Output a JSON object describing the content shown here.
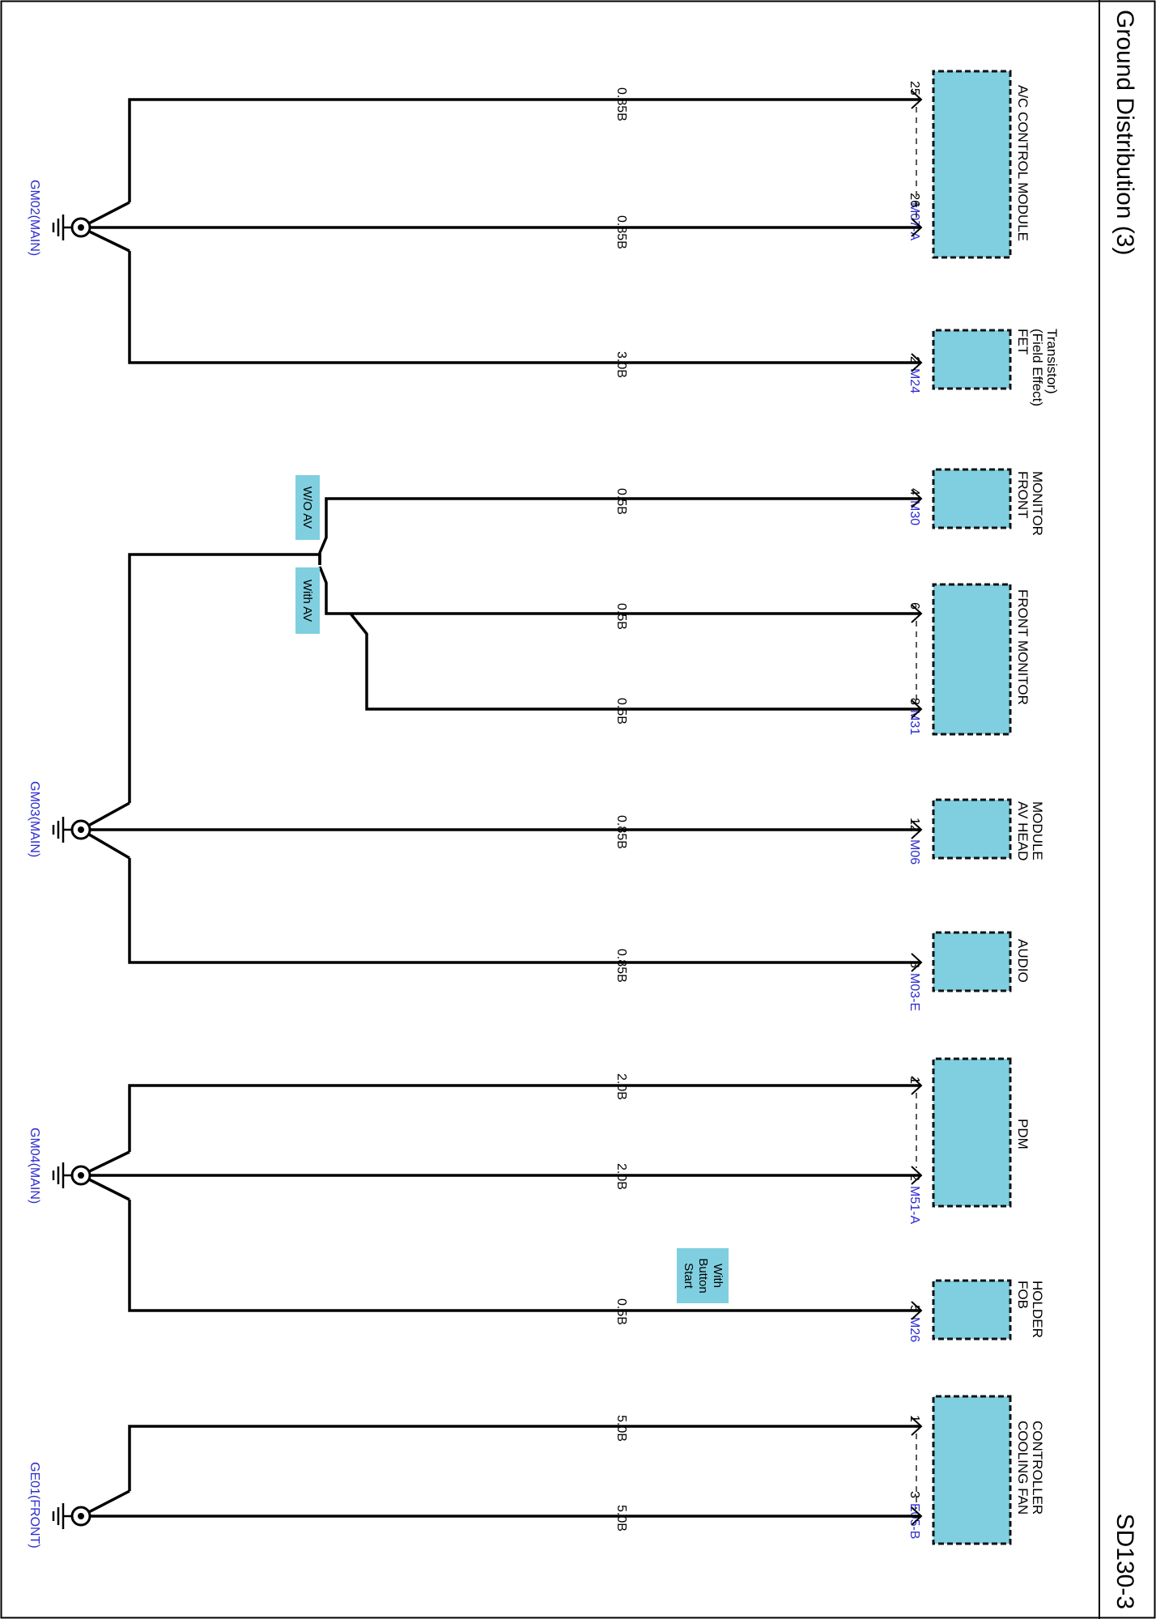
{
  "title": "Ground Distribution (3)",
  "page_code": "SD130-3",
  "components": {
    "ac_control": {
      "name": "A/C CONTROL MODULE",
      "connector": "M07-A",
      "pins": [
        "25",
        "26"
      ]
    },
    "fet": {
      "name_lines": [
        "FET",
        "(Field Effect)",
        "Transistor)"
      ],
      "connector": "M24",
      "pins": [
        "2"
      ]
    },
    "front_monitor_m30": {
      "name_lines": [
        "FRONT",
        "MONITOR"
      ],
      "connector": "M30",
      "pins": [
        "4"
      ]
    },
    "front_monitor_m31": {
      "name": "FRONT MONITOR",
      "connector": "M31",
      "pins": [
        "6",
        "8"
      ]
    },
    "av_head": {
      "name_lines": [
        "AV HEAD",
        "MODULE"
      ],
      "connector": "M06",
      "pins": [
        "12"
      ]
    },
    "audio": {
      "name": "AUDIO",
      "connector": "M03-E",
      "pins": [
        "8"
      ]
    },
    "pdm": {
      "name": "PDM",
      "connector": "M51-A",
      "pins": [
        "1",
        "2"
      ]
    },
    "fob_holder": {
      "name_lines": [
        "FOB",
        "HOLDER"
      ],
      "connector": "M26",
      "pins": [
        "5"
      ]
    },
    "cooling_fan": {
      "name_lines": [
        "COOLING FAN",
        "CONTROLLER"
      ],
      "connector": "E05-B",
      "pins": [
        "1",
        "3"
      ]
    }
  },
  "wires": {
    "w1": "0.85B",
    "w2": "0.85B",
    "w3": "3.0B",
    "w4": "0.5B",
    "w5": "0.5B",
    "w6": "0.5B",
    "w7": "0.85B",
    "w8": "0.85B",
    "w9": "2.0B",
    "w10": "2.0B",
    "w11": "0.5B",
    "w12": "5.0B",
    "w13": "5.0B"
  },
  "options": {
    "wo_av": "W/O AV",
    "with_av": "With AV",
    "with_button_start": [
      "With",
      "Button",
      "Start"
    ]
  },
  "grounds": {
    "gm02": "GM02(MAIN)",
    "gm03": "GM03(MAIN)",
    "gm04": "GM04(MAIN)",
    "ge01": "GE01(FRONT)"
  }
}
